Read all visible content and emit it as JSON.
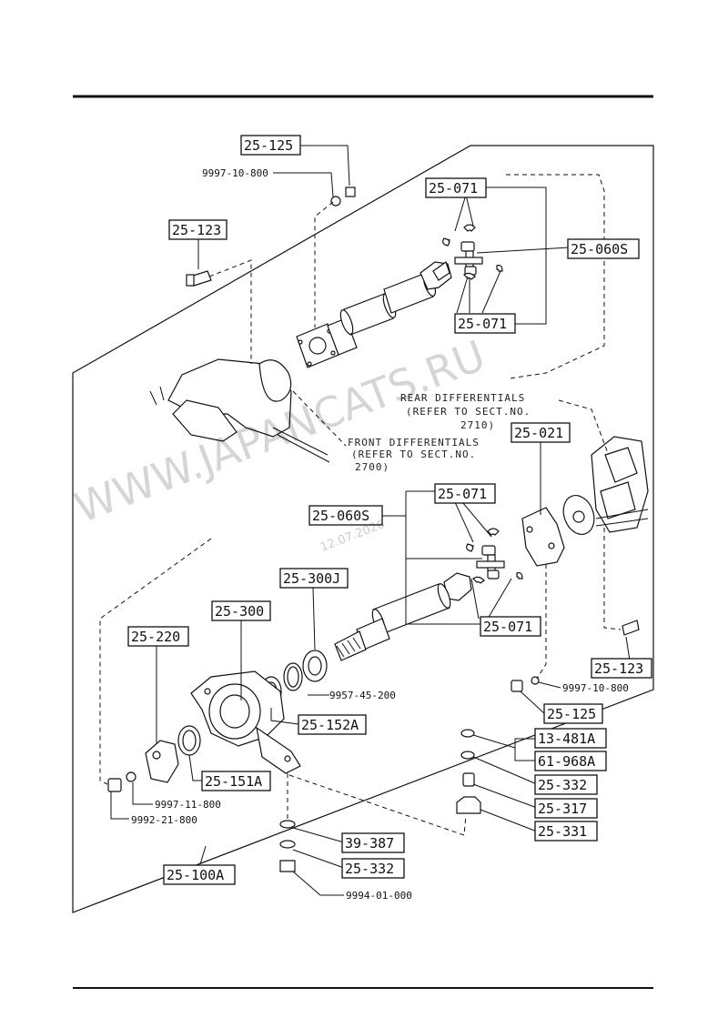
{
  "labels": {
    "p25_125_top": "25-125",
    "p25_123_top": "25-123",
    "p25_071_a": "25-071",
    "p25_060s_a": "25-060S",
    "p25_071_b": "25-071",
    "p25_021": "25-021",
    "p25_071_c": "25-071",
    "p25_060s_b": "25-060S",
    "p25_071_d": "25-071",
    "p25_300j": "25-300J",
    "p25_300": "25-300",
    "p25_220": "25-220",
    "p25_152a": "25-152A",
    "p25_151a": "25-151A",
    "p25_123_bot": "25-123",
    "p25_125_bot": "25-125",
    "p13_481a": "13-481A",
    "p61_968a": "61-968A",
    "p25_332_a": "25-332",
    "p25_317": "25-317",
    "p25_331": "25-331",
    "p39_387": "39-387",
    "p25_332_b": "25-332",
    "p25_100a": "25-100A"
  },
  "numbers": {
    "n9997_10_800_top": "9997-10-800",
    "n9997_10_800_bot": "9997-10-800",
    "n9957_45_200": "9957-45-200",
    "n9997_11_800": "9997-11-800",
    "n9992_21_800": "9992-21-800",
    "n9994_01_000": "9994-01-000"
  },
  "notes": {
    "rear_l1": "REAR DIFFERENTIALS",
    "rear_l2": "(REFER TO SECT.NO.",
    "rear_l3": "2710)",
    "front_l1": "FRONT DIFFERENTIALS",
    "front_l2": "(REFER TO SECT.NO.",
    "front_l3": "2700)"
  },
  "watermark": {
    "text": "WWW.JAPANCATS.RU",
    "date": "12.07.2026"
  }
}
